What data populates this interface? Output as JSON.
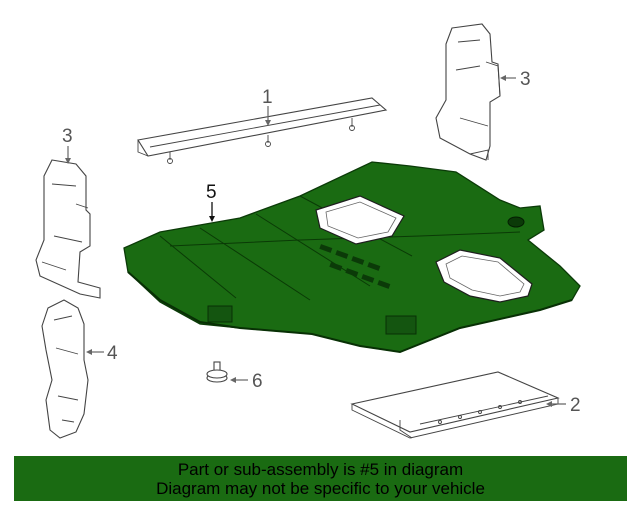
{
  "diagram": {
    "callouts": {
      "c1": "1",
      "c2": "2",
      "c3_right": "3",
      "c3_left": "3",
      "c4": "4",
      "c5": "5",
      "c6": "6"
    },
    "highlight_color": "#1a6b12",
    "highlighted_part": "5"
  },
  "footer": {
    "line1": "Part or sub-assembly is #5 in diagram",
    "line2": "Diagram may not be specific to your vehicle",
    "background": "#1a6b12"
  }
}
